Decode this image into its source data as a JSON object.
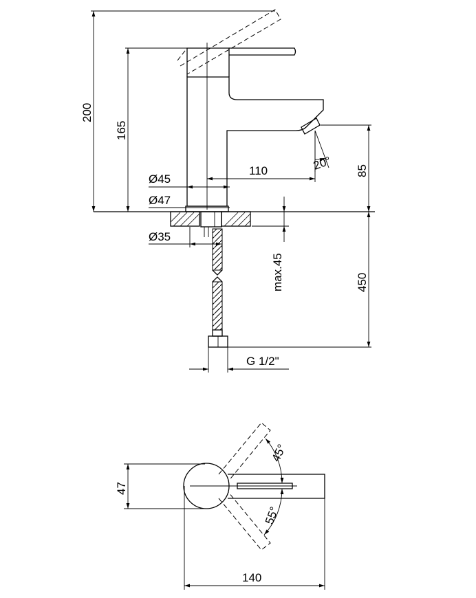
{
  "dimensions": {
    "height_total": "200",
    "height_spout": "165",
    "outlet_height": "85",
    "spout_reach": "110",
    "body_diameter": "Ø45",
    "base_diameter": "Ø47",
    "mount_diameter": "Ø35",
    "max_deck_thickness": "max.45",
    "hose_length": "450",
    "connection_thread": "G 1/2\"",
    "outlet_angle": "20°",
    "top_width": "47",
    "top_length": "140",
    "rotation_angle_left": "45°",
    "rotation_angle_right": "55°"
  }
}
